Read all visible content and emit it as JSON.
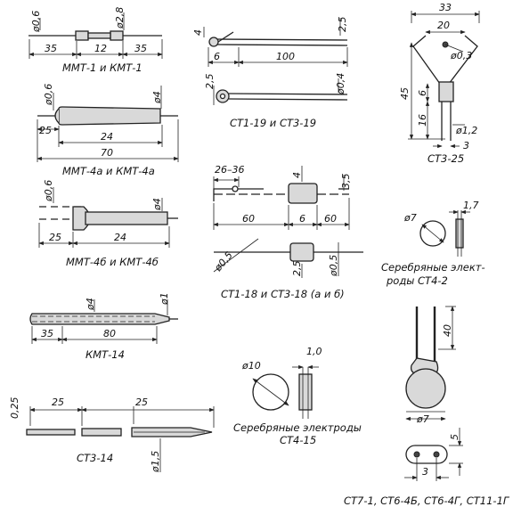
{
  "mmt1": {
    "d1": "ø0,6",
    "d2": "ø2,8",
    "l1": "35",
    "l2": "12",
    "l3": "35",
    "caption": "ММТ-1 и КМТ-1"
  },
  "mmt4a": {
    "d1": "ø0,6",
    "d2": "ø4",
    "l1": "25",
    "l2": "24",
    "l3": "70",
    "caption": "ММТ-4а и КМТ-4а"
  },
  "mmt4b": {
    "d1": "ø0,6",
    "d2": "ø4",
    "l1": "25",
    "l2": "24",
    "caption": "ММТ-4б и КМТ-4б"
  },
  "kmt14": {
    "d1": "ø4",
    "d2": "ø1",
    "l1": "35",
    "l2": "80",
    "caption": "КМТ-14"
  },
  "st314": {
    "d1": "0,25",
    "d2": "ø1,5",
    "l1": "25",
    "l2": "25",
    "caption": "СТ3-14"
  },
  "st119": {
    "d1": "4",
    "d2": "2,5",
    "d3": "2,5",
    "d4": "ø0,4",
    "l1": "6",
    "l2": "100",
    "caption": "СТ1-19 и СТ3-19"
  },
  "st118": {
    "l1": "26–36",
    "d1": "4",
    "d2": "3,5",
    "l2": "60",
    "l3": "6",
    "l4": "60",
    "d3": "ø0,5",
    "d4": "2,5",
    "d5": "ø0,5",
    "caption": "СТ1-18 и СТ3-18 (а и б)"
  },
  "st415": {
    "d1": "ø10",
    "d2": "1,0",
    "caption_line1": "Серебряные электроды",
    "caption_line2": "СТ4-15"
  },
  "st325": {
    "d1": "33",
    "d2": "20",
    "d3": "ø0,3",
    "d4": "45",
    "d5": "6",
    "d6": "16",
    "d7": "ø1,2",
    "d8": "3",
    "caption": "СТ3-25"
  },
  "st42": {
    "d1": "ø7",
    "d2": "1,7",
    "caption_line1": "Серебряные элект-",
    "caption_line2": "роды СТ4-2"
  },
  "st7": {
    "d1": "40",
    "d2": "ø7",
    "d3": "5",
    "d4": "3",
    "caption": "СТ7-1, СТ6-4Б, СТ6-4Г, СТ11-1Г"
  }
}
